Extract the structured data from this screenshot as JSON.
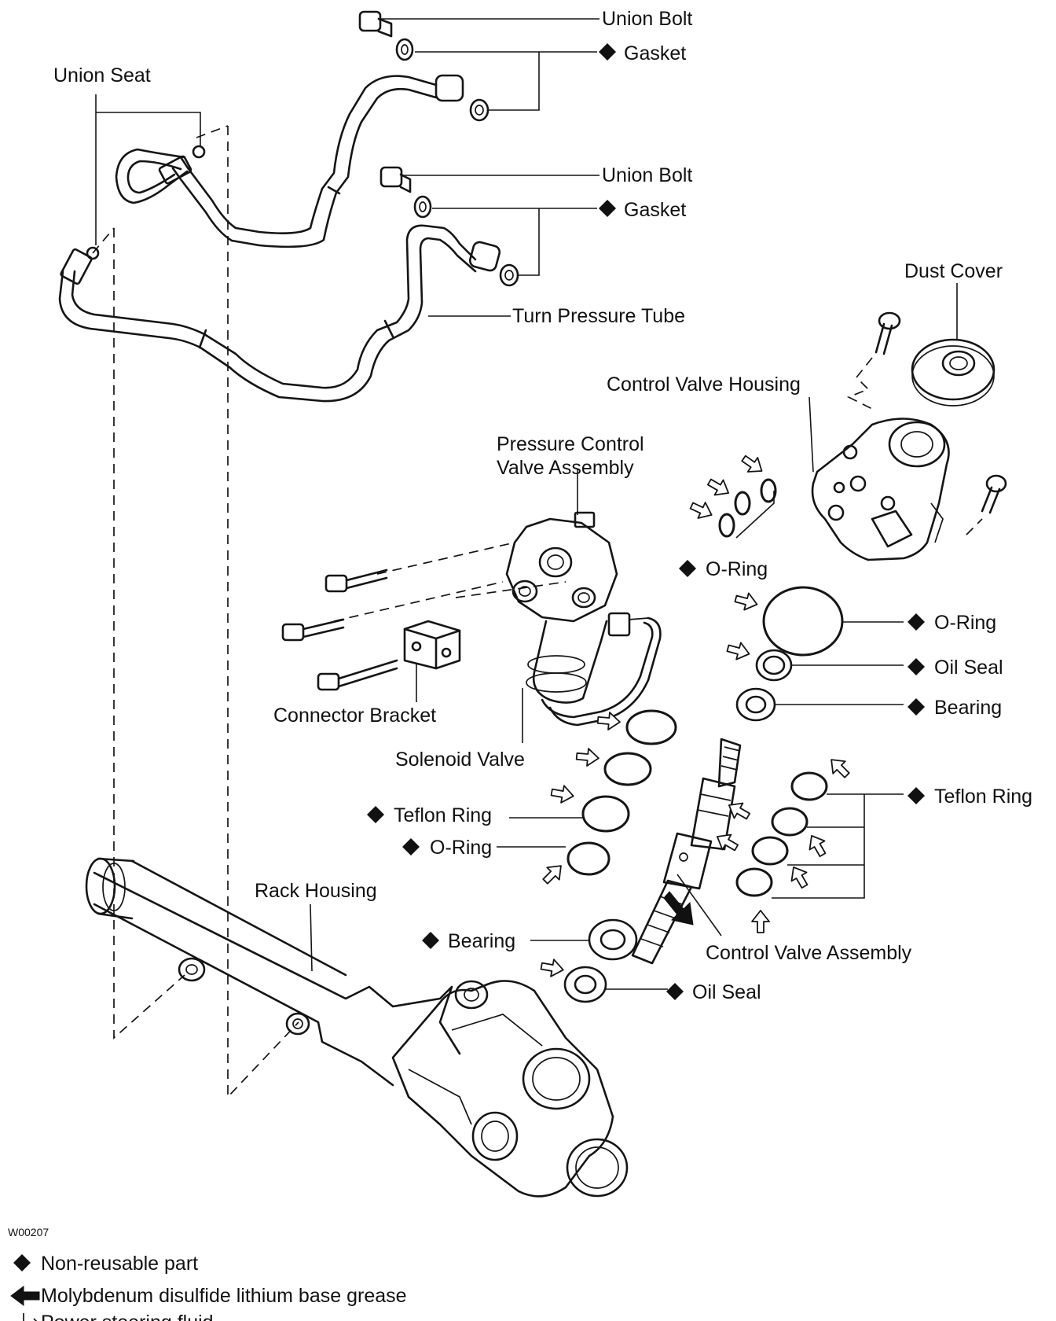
{
  "figure_code": "W00207",
  "labels": {
    "union_bolt_top": "Union Bolt",
    "gasket_top": "Gasket",
    "union_seat": "Union Seat",
    "union_bolt_mid": "Union Bolt",
    "gasket_mid": "Gasket",
    "dust_cover": "Dust Cover",
    "turn_pressure_tube": "Turn Pressure Tube",
    "control_valve_housing": "Control Valve Housing",
    "pressure_control_valve_line1": "Pressure Control",
    "pressure_control_valve_line2": "Valve Assembly",
    "o_ring_upper": "O-Ring",
    "o_ring_right": "O-Ring",
    "oil_seal_right": "Oil Seal",
    "bearing_right": "Bearing",
    "connector_bracket": "Connector Bracket",
    "solenoid_valve": "Solenoid Valve",
    "teflon_ring_left": "Teflon Ring",
    "teflon_ring_right": "Teflon Ring",
    "o_ring_left": "O-Ring",
    "rack_housing": "Rack Housing",
    "bearing_lower": "Bearing",
    "control_valve_assembly": "Control Valve Assembly",
    "oil_seal_lower": "Oil Seal"
  },
  "legend": [
    {
      "symbol": "filled-diamond-icon",
      "text": "Non-reusable part"
    },
    {
      "symbol": "solid-arrow-icon",
      "text": "Molybdenum disulfide lithium base grease"
    },
    {
      "symbol": "hollow-arrow-icon",
      "text": "Power steering fluid"
    }
  ]
}
